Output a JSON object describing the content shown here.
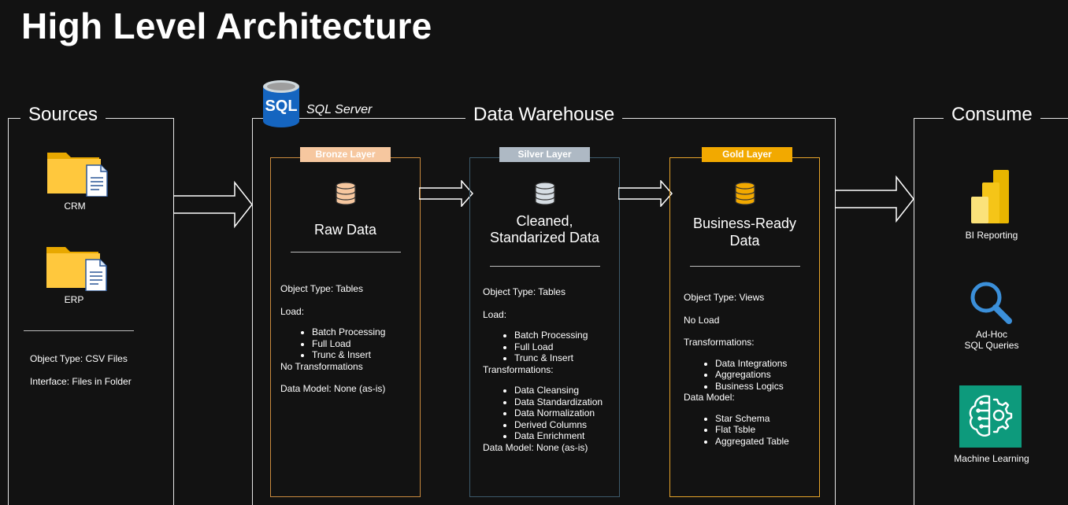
{
  "title": "High Level Architecture",
  "colors": {
    "background": "#121212",
    "bronze": "#f6c79f",
    "silver": "#aeb9c4",
    "gold": "#f2a900",
    "folder": "#ffc83d"
  },
  "sources": {
    "title": "Sources",
    "items": [
      {
        "label": "CRM",
        "icon": "folder-document-icon"
      },
      {
        "label": "ERP",
        "icon": "folder-document-icon"
      }
    ],
    "object_type": "Object Type: CSV Files",
    "interface": "Interface: Files in Folder"
  },
  "warehouse": {
    "title": "Data Warehouse",
    "sql_icon_text": "SQL",
    "sql_label": "SQL Server",
    "layers": [
      {
        "badge": "Bronze Layer",
        "title_lines": [
          "Raw Data"
        ],
        "object_type": "Object Type: Tables",
        "load_label": "Load:",
        "load_items": [
          "Batch Processing",
          "Full Load",
          "Trunc & Insert"
        ],
        "transformations": "No Transformations",
        "data_model": "Data Model: None (as-is)"
      },
      {
        "badge": "Silver Layer",
        "title_lines": [
          "Cleaned,",
          "Standarized Data"
        ],
        "object_type": "Object Type: Tables",
        "load_label": "Load:",
        "load_items": [
          "Batch Processing",
          "Full Load",
          "Trunc & Insert"
        ],
        "transformations_label": "Transformations:",
        "transformation_items": [
          "Data Cleansing",
          "Data Standardization",
          "Data Normalization",
          "Derived Columns",
          "Data Enrichment"
        ],
        "data_model": "Data Model: None (as-is)"
      },
      {
        "badge": "Gold Layer",
        "title_lines": [
          "Business-Ready",
          "Data"
        ],
        "object_type": "Object Type: Views",
        "load": "No Load",
        "transformations_label": "Transformations:",
        "transformation_items": [
          "Data Integrations",
          "Aggregations",
          "Business Logics"
        ],
        "data_model_label": "Data Model:",
        "data_model_items": [
          "Star Schema",
          "Flat Tsble",
          "Aggregated Table"
        ]
      }
    ]
  },
  "consume": {
    "title": "Consume",
    "items": [
      {
        "label_lines": [
          "BI Reporting"
        ],
        "icon": "power-bi-icon"
      },
      {
        "label_lines": [
          "Ad-Hoc",
          "SQL Queries"
        ],
        "icon": "search-icon"
      },
      {
        "label_lines": [
          "Machine Learning"
        ],
        "icon": "machine-learning-icon"
      }
    ]
  }
}
